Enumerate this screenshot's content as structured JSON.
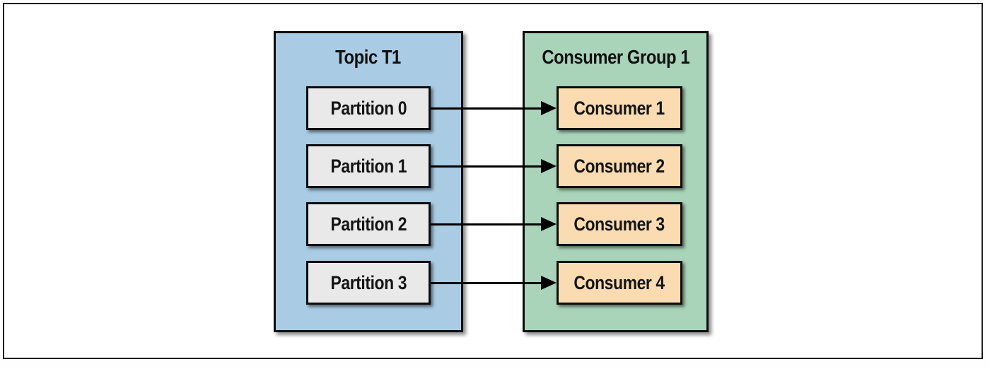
{
  "figure": {
    "topic": {
      "title": "Topic T1",
      "partitions": [
        "Partition 0",
        "Partition 1",
        "Partition 2",
        "Partition 3"
      ]
    },
    "consumer_group": {
      "title": "Consumer Group 1",
      "consumers": [
        "Consumer 1",
        "Consumer 2",
        "Consumer 3",
        "Consumer 4"
      ]
    },
    "colors": {
      "topic_fill": "#a9cbe3",
      "consumer_group_fill": "#a9d4ba",
      "partition_fill": "#e9e9e9",
      "consumer_fill": "#fbdcb2",
      "box_border": "#0d0d0d",
      "arrow": "#000000",
      "frame_border": "#1c1c1c"
    }
  }
}
